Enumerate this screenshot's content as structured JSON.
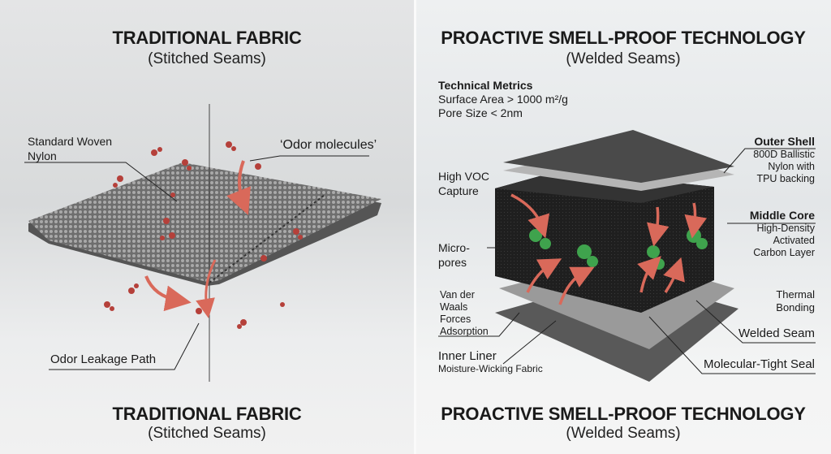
{
  "left": {
    "title": "TRADITIONAL FABRIC",
    "subtitle": "(Stitched Seams)",
    "bottom_title": "TRADITIONAL FABRIC",
    "bottom_subtitle": "(Stitched Seams)",
    "labels": {
      "woven_line1": "Standard Woven",
      "woven_line2": "Nylon",
      "odor": "‘Odor molecules’",
      "leakage": "Odor Leakage Path"
    }
  },
  "right": {
    "title": "PROACTIVE SMELL-PROOF TECHNOLOGY",
    "subtitle": "(Welded Seams)",
    "bottom_title": "PROACTIVE SMELL-PROOF TECHNOLOGY",
    "bottom_subtitle": "(Welded Seams)",
    "metrics": {
      "heading": "Technical Metrics",
      "line1": "Surface Area > 1000 m²/g",
      "line2": "Pore Size < 2nm"
    },
    "labels": {
      "voc1": "High VOC",
      "voc2": "Capture",
      "micro1": "Micro-",
      "micro2": "pores",
      "vdw1": "Van der",
      "vdw2": "Waals",
      "vdw3": "Forces",
      "vdw4": "Adsorption",
      "inner": "Inner Liner",
      "inner_sub": "Moisture-Wicking Fabric",
      "outer": "Outer Shell",
      "outer1": "800D Ballistic",
      "outer2": "Nylon with",
      "outer3": "TPU backing",
      "core": "Middle Core",
      "core1": "High-Density",
      "core2": "Activated",
      "core3": "Carbon Layer",
      "thermal1": "Thermal",
      "thermal2": "Bonding",
      "welded": "Welded Seam",
      "seal": "Molecular-Tight Seal"
    }
  },
  "colors": {
    "odor": "#b5403a",
    "arrow": "#d9695a",
    "carbon": "#1e1e1e",
    "molecule": "#3fa34d"
  }
}
